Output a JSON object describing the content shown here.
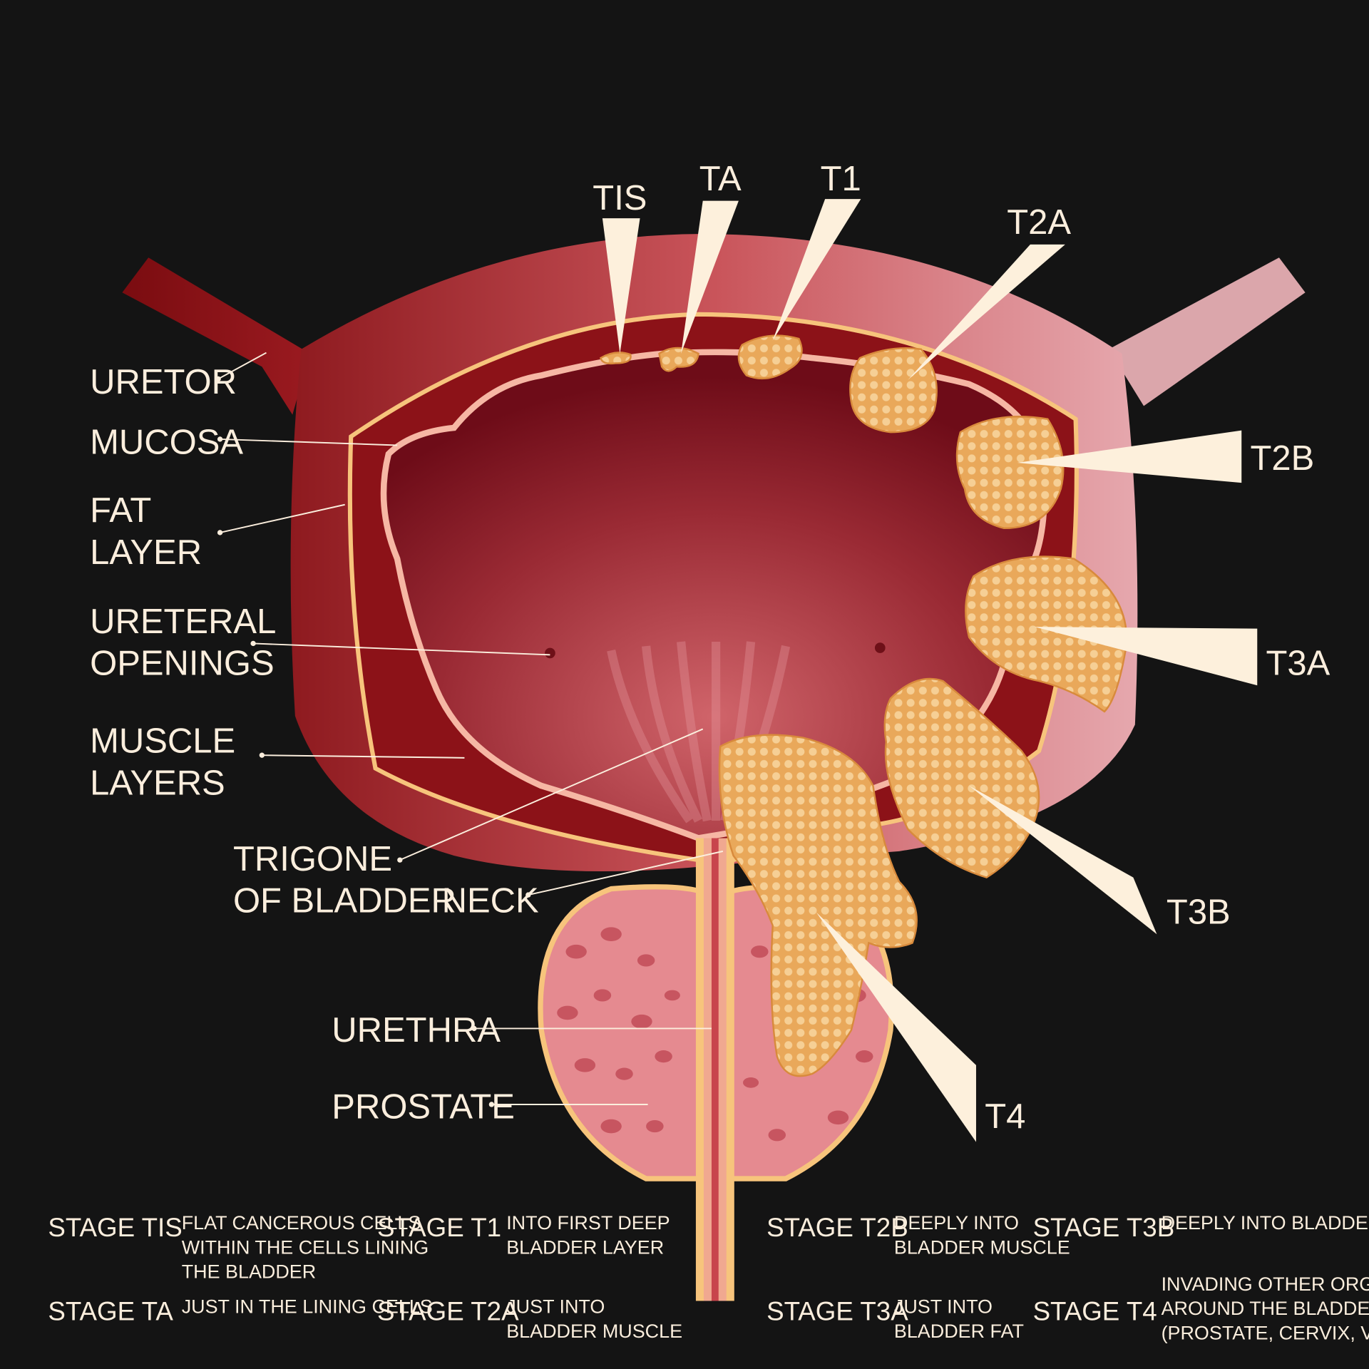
{
  "colors": {
    "background": "#141414",
    "label": "#fbeedd",
    "tumor": "#e9a85a",
    "wall": "#f5c07a",
    "bladder": "#b8343c"
  },
  "stage_markers": {
    "tis": "TIS",
    "ta": "TA",
    "t1": "T1",
    "t2a": "T2A",
    "t2b": "T2B",
    "t3a": "T3A",
    "t3b": "T3B",
    "t4": "T4"
  },
  "anatomy_labels": {
    "uretor": "URETOR",
    "mucosa": "MUCOSA",
    "fat_layer": [
      "FAT",
      "LAYER"
    ],
    "ureteral_openings": [
      "URETERAL",
      "OPENINGS"
    ],
    "muscle_layers": [
      "MUSCLE",
      "LAYERS"
    ],
    "trigone": [
      "TRIGONE",
      "OF BLADDER"
    ],
    "neck": "NECK",
    "urethra": "URETHRA",
    "prostate": "PROSTATE"
  },
  "legend": [
    {
      "stage": "STAGE TIS",
      "desc": [
        "FLAT CANCEROUS CELLS",
        "WITHIN THE CELLS LINING",
        "THE BLADDER"
      ]
    },
    {
      "stage": "STAGE TA",
      "desc": [
        "JUST IN THE LINING CELLS"
      ]
    },
    {
      "stage": "STAGE T1",
      "desc": [
        "INTO FIRST DEEP",
        "BLADDER LAYER"
      ]
    },
    {
      "stage": "STAGE T2A",
      "desc": [
        "JUST INTO",
        "BLADDER MUSCLE"
      ]
    },
    {
      "stage": "STAGE T2B",
      "desc": [
        "DEEPLY INTO",
        "BLADDER MUSCLE"
      ]
    },
    {
      "stage": "STAGE T3A",
      "desc": [
        "JUST INTO",
        "BLADDER FAT"
      ]
    },
    {
      "stage": "STAGE T3B",
      "desc": [
        "DEEPLY INTO BLADDER FAT"
      ]
    },
    {
      "stage": "STAGE T4",
      "desc": [
        "INVADING OTHER ORGANS",
        "AROUND THE BLADDER",
        "(PROSTATE, CERVIX, VAGINA)"
      ]
    }
  ]
}
